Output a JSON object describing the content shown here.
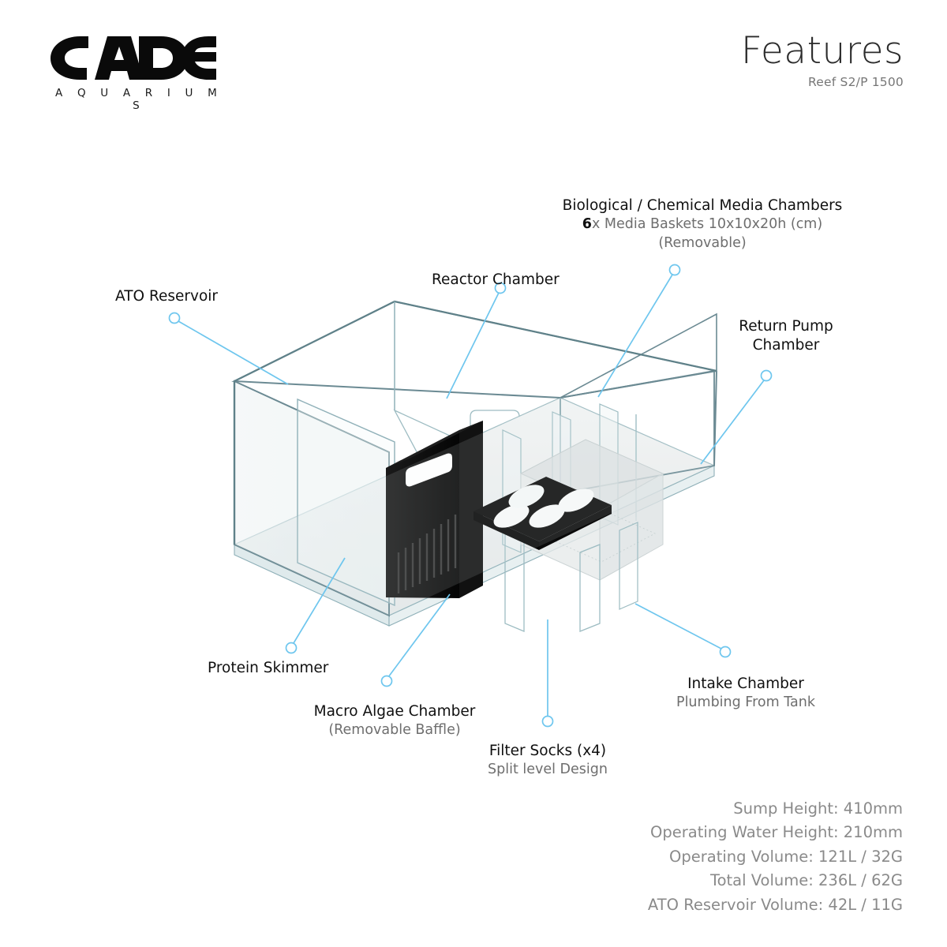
{
  "brand": {
    "name": "CADE",
    "tagline": "A Q U A R I U M S"
  },
  "header": {
    "title": "Features",
    "subtitle": "Reef S2/P 1500"
  },
  "callouts": [
    {
      "id": "ato-reservoir",
      "line1": "ATO Reservoir",
      "line2": ""
    },
    {
      "id": "reactor-chamber",
      "line1": "Reactor Chamber",
      "line2": ""
    },
    {
      "id": "media-chambers",
      "line1": "Biological / Chemical Media Chambers",
      "line2": "6x Media Baskets 10x10x20h (cm)",
      "line3": "(Removable)",
      "bold_prefix": "6"
    },
    {
      "id": "return-pump-chamber",
      "line1": "Return Pump",
      "line1b": "Chamber",
      "line2": ""
    },
    {
      "id": "protein-skimmer",
      "line1": "Protein Skimmer",
      "line2": ""
    },
    {
      "id": "macro-algae-chamber",
      "line1": "Macro Algae Chamber",
      "line2": "(Removable Baffle)"
    },
    {
      "id": "filter-socks",
      "line1": "Filter Socks (x4)",
      "line2": "Split level Design"
    },
    {
      "id": "intake-chamber",
      "line1": "Intake Chamber",
      "line2": "Plumbing From Tank"
    }
  ],
  "specs": [
    "Sump Height: 410mm",
    "Operating Water Height: 210mm",
    "Operating Volume: 121L / 32G",
    "Total Volume: 236L / 62G",
    "ATO Reservoir Volume: 42L / 11G"
  ],
  "colors": {
    "leader": "#6ec6ee",
    "glass_edge": "#6b8a93",
    "glass_pane": "#b9d2d8",
    "baffle": "#0d0d0d",
    "label": "#101010",
    "sub_label": "#6e6e6e",
    "spec_text": "#8a8a8a"
  },
  "diagram": {
    "type": "isometric-product-cutaway",
    "subject": "aquarium sump tank",
    "parts": [
      "glass outer tank",
      "internal dividers",
      "removable black baffle with handle",
      "filter sock holder plate with 4 holes",
      "media basket chambers"
    ]
  }
}
